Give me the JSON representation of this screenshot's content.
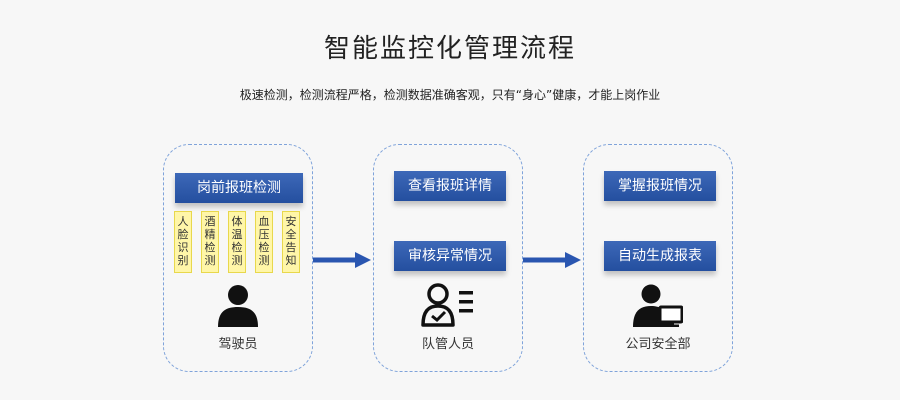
{
  "title": "智能监控化管理流程",
  "subtitle": "极速检测，检测流程严格，检测数据准确客观，只有“身心”健康，才能上岗作业",
  "panels": [
    {
      "role": "驾驶员",
      "icon": "driver-person-icon",
      "buttons": [
        "岗前报班检测"
      ],
      "checks": [
        "人脸识别",
        "酒精检测",
        "体温检测",
        "血压检测",
        "安全告知"
      ]
    },
    {
      "role": "队管人员",
      "icon": "manager-person-checklist-icon",
      "buttons": [
        "查看报班详情",
        "审核异常情况"
      ]
    },
    {
      "role": "公司安全部",
      "icon": "person-computer-icon",
      "buttons": [
        "掌握报班情况",
        "自动生成报表"
      ]
    }
  ],
  "colors": {
    "button_blue": "#2d58a8",
    "arrow_blue": "#2a56b0",
    "panel_border": "#7fa3da",
    "check_yellow": "#fff6a8"
  }
}
